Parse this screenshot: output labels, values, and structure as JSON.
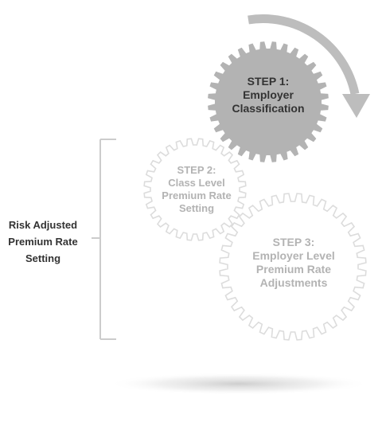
{
  "colors": {
    "gear_active": "#b3b3b3",
    "gear_outline": "#dcdcdc",
    "arrow": "#bdbdbd",
    "text_dark": "#333333",
    "text_light": "#b3b3b3"
  },
  "side_label": {
    "line1": "Risk Adjusted",
    "line2": "Premium Rate",
    "line3": "Setting"
  },
  "steps": [
    {
      "line1": "STEP 1:",
      "line2": "Employer",
      "line3": "Classification",
      "active": true
    },
    {
      "line1": "STEP 2:",
      "line2": "Class Level",
      "line3": "Premium Rate",
      "line4": "Setting",
      "active": false
    },
    {
      "line1": "STEP 3:",
      "line2": "Employer Level",
      "line3": "Premium Rate",
      "line4": "Adjustments",
      "active": false
    }
  ]
}
